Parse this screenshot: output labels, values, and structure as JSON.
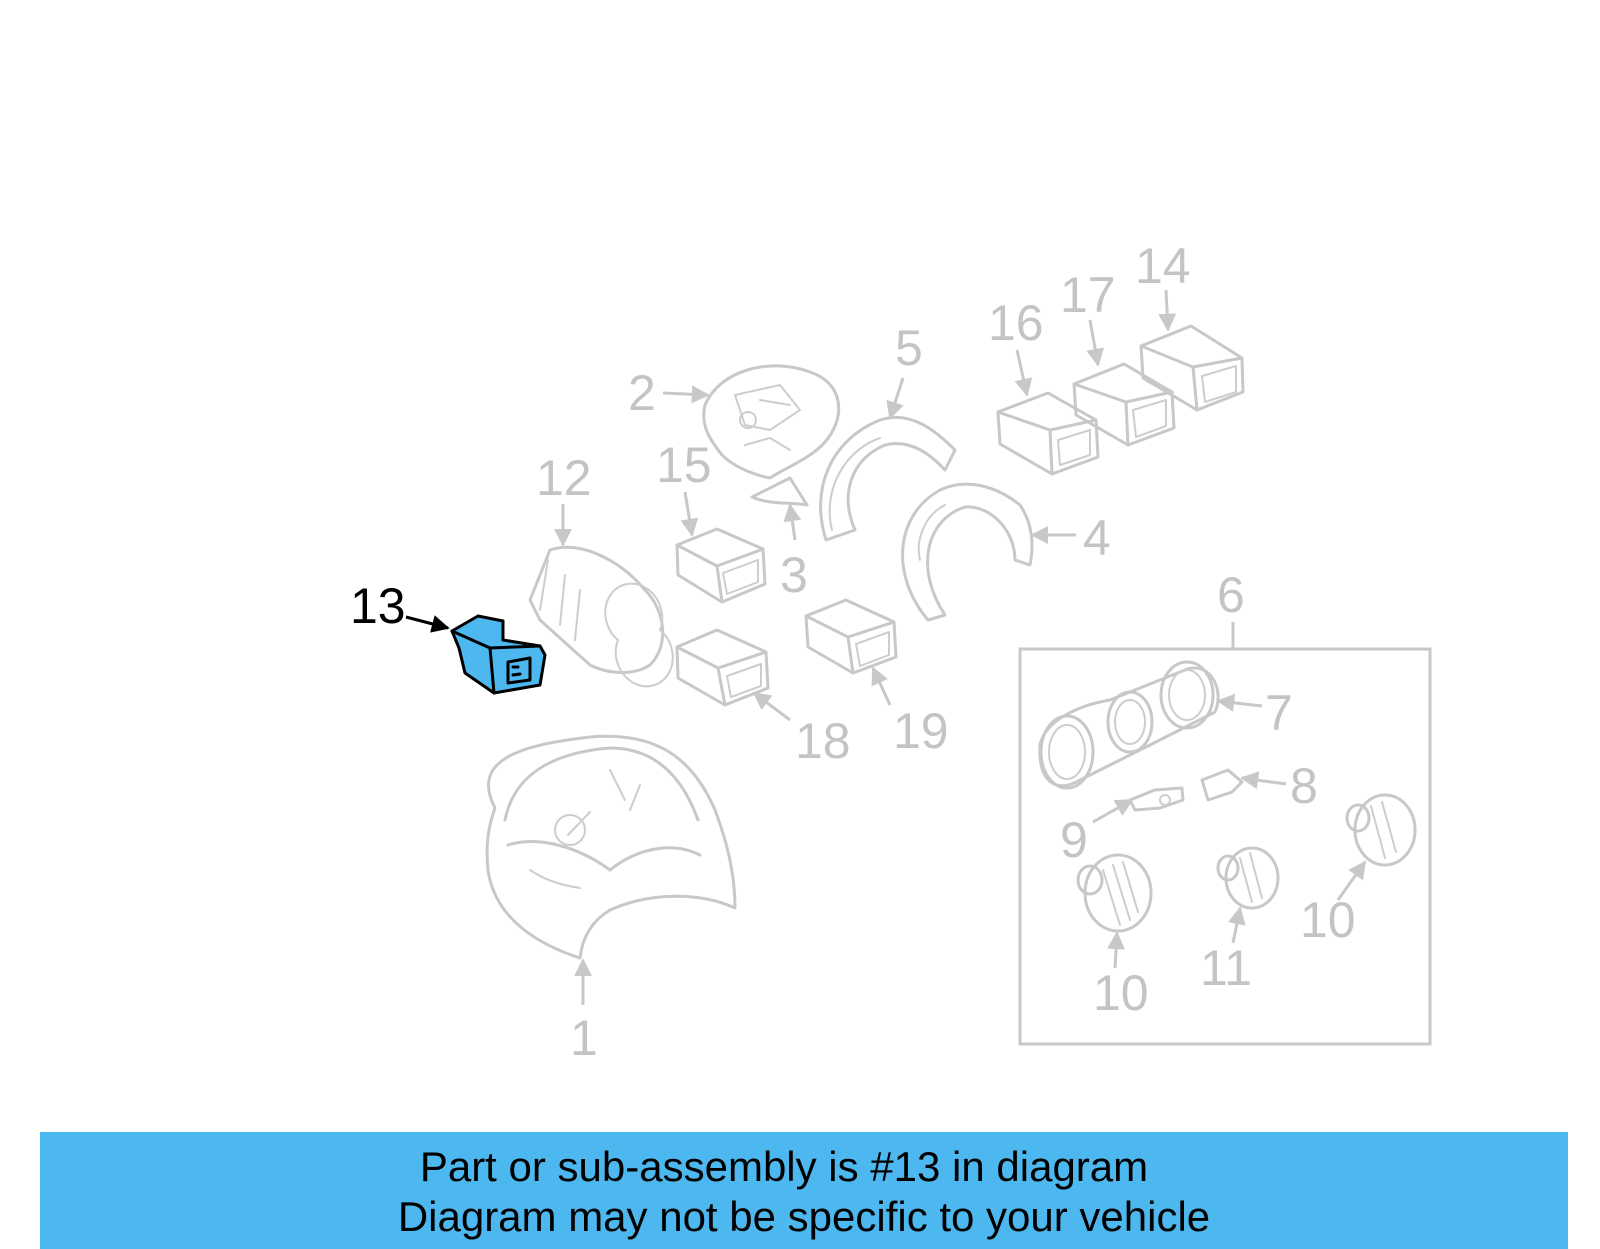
{
  "diagram": {
    "highlight_color": "#4db8f0",
    "part_line_color": "#c8c8c8",
    "highlighted_callout": "13",
    "callouts": {
      "c1": "1",
      "c2": "2",
      "c3": "3",
      "c4": "4",
      "c5": "5",
      "c6": "6",
      "c7": "7",
      "c8": "8",
      "c9": "9",
      "c10a": "10",
      "c10b": "10",
      "c11": "11",
      "c12": "12",
      "c13": "13",
      "c14": "14",
      "c15": "15",
      "c16": "16",
      "c17": "17",
      "c18": "18",
      "c19": "19"
    }
  },
  "banner": {
    "line1": "Part or sub-assembly is #13 in diagram",
    "line2": "Diagram may not be specific to your vehicle",
    "background": "#4db8f0"
  }
}
